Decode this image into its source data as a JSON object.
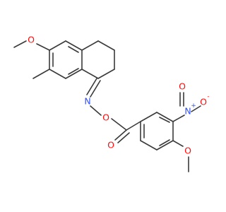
{
  "molecule": {
    "colors": {
      "bond": "#3a3a3a",
      "O": "#ff0d0d",
      "N": "#3050f8"
    },
    "atoms": {
      "o_methoxy_top": {
        "text": "O",
        "element": "O"
      },
      "n_oxime": {
        "text": "N",
        "element": "N"
      },
      "o_oxime": {
        "text": "O",
        "element": "O"
      },
      "o_carbonyl": {
        "text": "O",
        "element": "O"
      },
      "n_nitro": {
        "text": "N",
        "element": "N",
        "charge": "+"
      },
      "o_nitro_left": {
        "text": "O",
        "element": "O"
      },
      "o_nitro_right": {
        "text": "O",
        "element": "O",
        "charge": "-"
      },
      "o_methoxy_bottom": {
        "text": "O",
        "element": "O"
      }
    }
  }
}
